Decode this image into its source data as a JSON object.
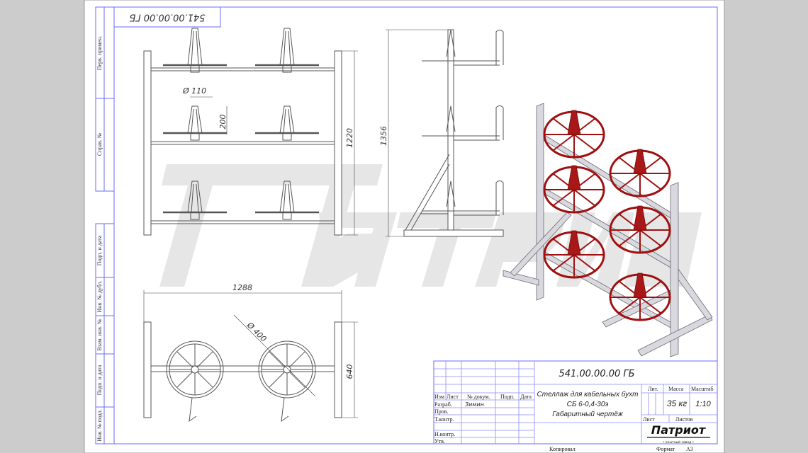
{
  "sheet": {
    "top_stamp_code": "541.00.00.00 ГБ",
    "watermark_text": "Патриот",
    "side_stamps": {
      "upper": [
        "Перв. примен.",
        "Справ. №"
      ],
      "lower": [
        "Подп. и дата",
        "Инв. № дубл.",
        "Взам. инв. №",
        "Подп. и дата",
        "Инв. № подл."
      ]
    },
    "footer": {
      "copied": "Копировал",
      "format_label": "Формат",
      "format_value": "A3"
    }
  },
  "dimensions": {
    "front_hub_diameter": "Ø 110",
    "front_hub_height": "200",
    "front_height": "1220",
    "side_height": "1356",
    "top_width": "1288",
    "top_depth": "640",
    "top_reel_diameter": "Ø 400"
  },
  "title_block": {
    "designation": "541.00.00.00 ГБ",
    "headers": {
      "change": "Изм",
      "sheet": "Лист",
      "doc_no": "№ докум.",
      "signature": "Подп.",
      "date": "Дата"
    },
    "roles": [
      "Разраб.",
      "Пров.",
      "Т.контр.",
      "",
      "Н.контр.",
      "Утв."
    ],
    "developer": "Зимин",
    "title_lines": [
      "Стеллаж для кабельных бухт",
      "СБ 6-0,4-30э",
      "Габаритный чертёж"
    ],
    "lit_label": "Лит.",
    "mass_label": "Масса",
    "mass_value": "35 кг",
    "scale_label": "Масштаб",
    "scale_value": "1:10",
    "sheet_label": "Лист",
    "sheets_label": "Листов",
    "logo_text": "Патриот",
    "logo_subtext": "• опытный завод •"
  },
  "colors": {
    "frame": "#6b6bff",
    "reel": "#a81818",
    "background": "#cccccc"
  }
}
